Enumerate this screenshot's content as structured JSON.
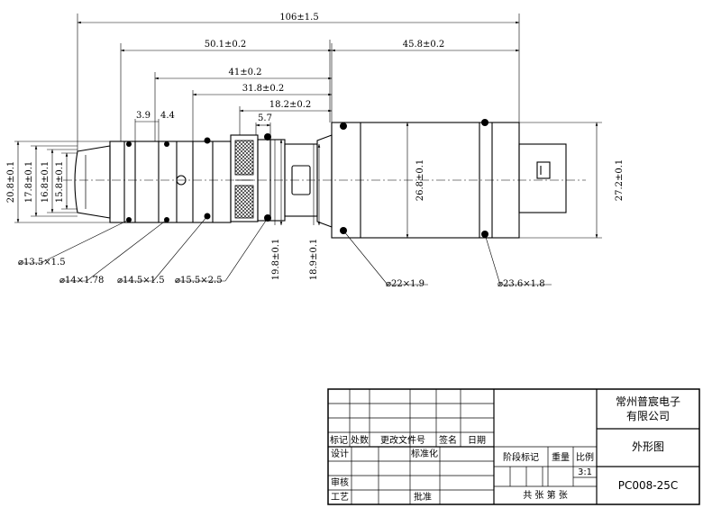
{
  "dimensions": {
    "overall_length": "106±1.5",
    "left_length": "50.1±0.2",
    "right_length": "45.8±0.2",
    "length_41": "41±0.2",
    "length_31_8": "31.8±0.2",
    "length_18_2": "18.2±0.2",
    "length_5_7": "5.7",
    "length_3_9": "3.9",
    "length_4_4": "4.4",
    "dia_20_8": "20.8±0.1",
    "dia_17_8": "17.8±0.1",
    "dia_16_8": "16.8±0.1",
    "dia_15_8": "15.8±0.1",
    "dia_19_8": "19.8±0.1",
    "dia_18_9": "18.9±0.1",
    "dia_26_8": "26.8±0.1",
    "dia_27_2": "27.2±0.1"
  },
  "orings": {
    "o1": "⌀13.5×1.5",
    "o2": "⌀14×1.78",
    "o3": "⌀14.5×1.5",
    "o4": "⌀15.5×2.5",
    "o5": "⌀22×1.9",
    "o6": "⌀23.6×1.8"
  },
  "title_block": {
    "company_line1": "常州普宸电子",
    "company_line2": "有限公司",
    "drawing_title": "外形图",
    "drawing_number": "PC008-25C",
    "scale": "3:1",
    "hdr_mark": "标记",
    "hdr_count": "处数",
    "hdr_doc": "更改文件号",
    "hdr_sign": "签名",
    "hdr_date": "日期",
    "design": "设计",
    "standard": "标准化",
    "review": "审核",
    "process": "工艺",
    "approve": "批准",
    "stage": "阶段标记",
    "weight": "重量",
    "ratio": "比例",
    "sheets": "共 张 第 张"
  }
}
